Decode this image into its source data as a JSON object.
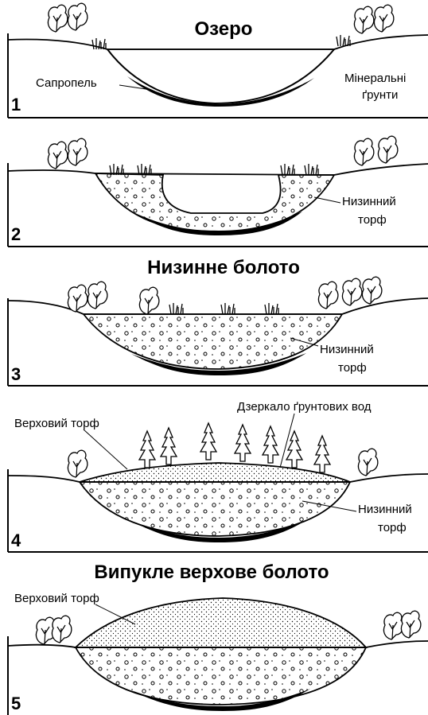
{
  "panels": [
    {
      "number": "1",
      "title": "Озеро",
      "labels": {
        "sediment": "Сапропель",
        "soil_line1": "Мінеральні",
        "soil_line2": "ґрунти"
      }
    },
    {
      "number": "2",
      "labels": {
        "peat_line1": "Низинний",
        "peat_line2": "торф"
      }
    },
    {
      "number": "3",
      "title": "Низинне болото",
      "labels": {
        "peat_line1": "Низинний",
        "peat_line2": "торф"
      }
    },
    {
      "number": "4",
      "labels": {
        "upper_peat": "Верховий торф",
        "groundwater": "Дзеркало ґрунтових вод",
        "peat_line1": "Низинний",
        "peat_line2": "торф"
      }
    },
    {
      "number": "5",
      "title": "Випукле верхове болото",
      "labels": {
        "upper_peat": "Верховий торф"
      }
    }
  ]
}
